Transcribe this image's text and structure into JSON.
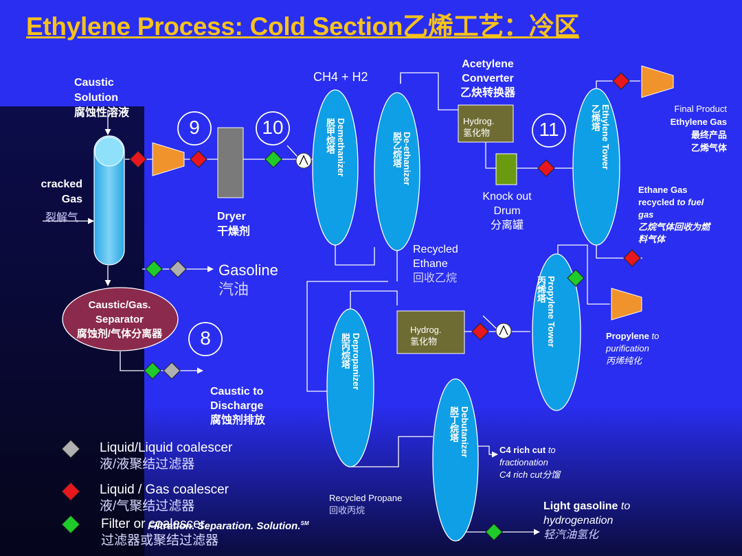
{
  "title": "Ethylene Process: Cold Section乙烯工艺：冷区",
  "labels": {
    "caustic_solution": "Caustic Solution",
    "caustic_solution_cn": "腐蚀性溶液",
    "cracked_gas": "cracked",
    "cracked_gas2": "Gas",
    "cracked_gas_cn": "裂解气",
    "dryer": "Dryer",
    "dryer_cn": "干燥剂",
    "ch4_h2": "CH4 + H2",
    "acetylene": "Acetylene",
    "converter": "Converter",
    "acetylene_cn": "乙炔转换器",
    "hydrog": "Hydrog.",
    "hydrog_cn": "氢化物",
    "knockout1": "Knock out",
    "knockout2": "Drum",
    "knockout_cn": "分离罐",
    "final_product": "Final Product",
    "ethylene_gas": "Ethylene Gas",
    "final_cn1": "最终产品",
    "final_cn2": "乙烯气体",
    "ethane_gas": "Ethane Gas",
    "recycled_to": "recycled",
    "to_fuel": "to fuel",
    "gas_word": "gas",
    "ethane_cn1": "乙烷气体回收为燃",
    "ethane_cn2": "料气体",
    "recycled1": "Recycled",
    "ethane": "Ethane",
    "recycled_ethane_cn": "回收乙烷",
    "gasoline": "Gasoline",
    "gasoline_cn": "汽油",
    "separator1": "Caustic/Gas.",
    "separator2": "Separator",
    "separator_cn": "腐蚀剂/气体分离器",
    "caustic_to": "Caustic to",
    "discharge": "Discharge",
    "discharge_cn": "腐蚀剂排放",
    "propylene": "Propylene",
    "to_purification": "to",
    "purification": "purification",
    "propylene_cn": "丙烯纯化",
    "c4_rich": "C4 rich cut",
    "c4_to": "to",
    "fractionation": "fractionation",
    "c4_cn": "C4 rich cut分馏",
    "recycled_propane": "Recycled Propane",
    "recycled_propane_cn": "回收丙烷",
    "light_gasoline": "Light gasoline",
    "light_to": "to",
    "hydrogenation": "hydrogenation",
    "light_cn": "轻汽油氢化",
    "tagline": "Filtration. Separation. Solution.",
    "tagline_sm": "SM"
  },
  "towers": {
    "demethanizer": "Demethanizer",
    "demethanizer_cn": "脱甲烷塔",
    "deethanizer": "De-ethanizer",
    "deethanizer_cn": "脱乙烷塔",
    "ethylene": "Ethylene Tower",
    "ethylene_cn": "乙烯塔",
    "propylene": "Propylene Tower",
    "propylene_cn": "丙烯塔",
    "depropanizer": "Depropanizer",
    "depropanizer_cn": "脱丙烷塔",
    "debutanizer": "Debutanizer",
    "debutanizer_cn": "脱丁烷塔"
  },
  "numbers": {
    "n8": "8",
    "n9": "9",
    "n10": "10",
    "n11": "11"
  },
  "legend": [
    {
      "label": "Liquid/Liquid coalescer",
      "label_cn": "液/液聚结过滤器",
      "color": "#b0b0b0"
    },
    {
      "label": "Liquid / Gas coalescer",
      "label_cn": "液/气聚结过滤器",
      "color": "#e8161d"
    },
    {
      "label": "Filter or coalescer",
      "label_cn": "过滤器或聚结过滤器",
      "color": "#1ecb2a"
    }
  ],
  "colors": {
    "background": "#2a2ef0",
    "title": "#f7c21c",
    "tower": "#0f9fe6",
    "compressor": "#f0932c",
    "red_filter": "#e8161d",
    "green_filter": "#1ecb2a",
    "grey_filter": "#b0b0b0",
    "hydrog_box": "#6e6c33",
    "knockout": "#6a9a10",
    "dryer": "#7a7a7a",
    "separator": "#8b2a4c"
  }
}
